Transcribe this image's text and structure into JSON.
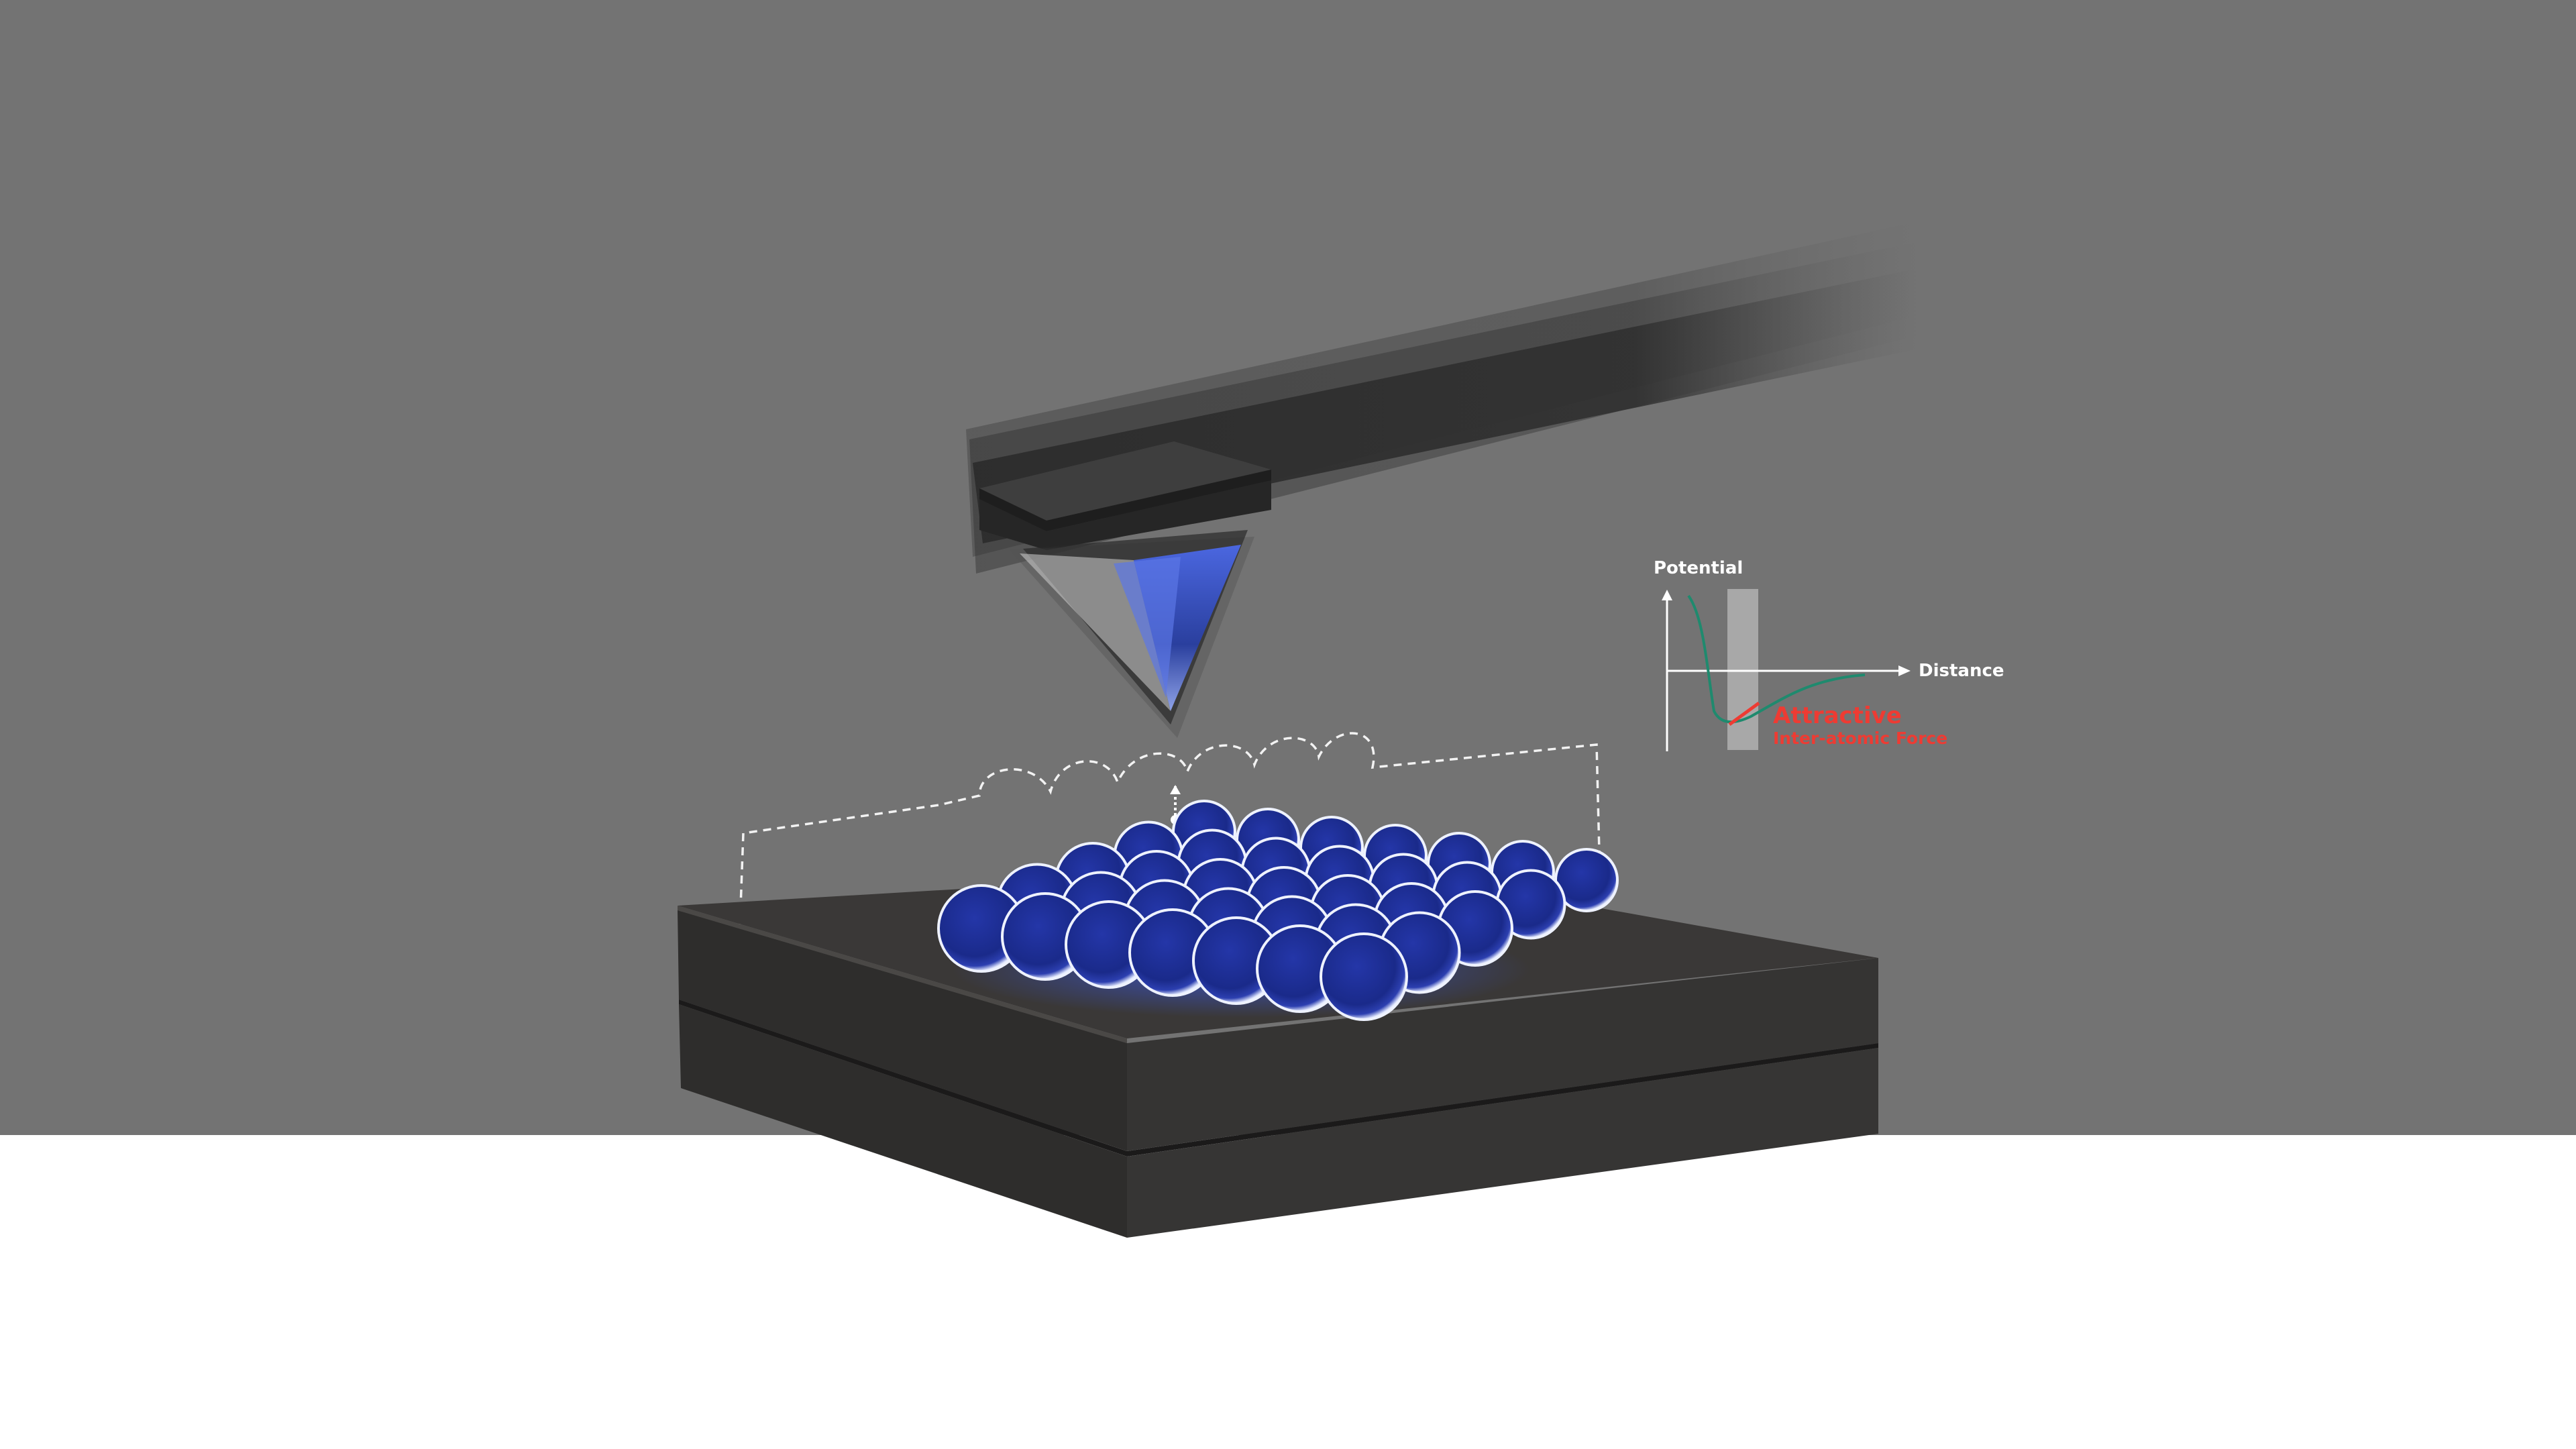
{
  "diagram": {
    "graph": {
      "y_axis_label": "Potential",
      "x_axis_label": "Distance",
      "region_title": "Attractive",
      "region_subtitle": "Inter-atomic Force"
    },
    "colors": {
      "background_gray": "#737373",
      "background_white": "#ffffff",
      "cantilever": "#2f2f2f",
      "stage": "#2d2c2b",
      "atom_blue": "#1e2a8c",
      "atom_rim": "#dfe6ff",
      "tip_blue": "#3f5ccf",
      "curve_teal": "#1f8a6e",
      "attractive_red": "#ee3b33",
      "scan_path": "#f2f2f2"
    },
    "atoms": {
      "rows": 5,
      "columns": 7
    },
    "icons": [
      "cantilever-shape",
      "probe-tip-shape",
      "sample-stage-shape",
      "atom-sphere-shape",
      "scan-path-line",
      "force-arrow-icon"
    ]
  }
}
